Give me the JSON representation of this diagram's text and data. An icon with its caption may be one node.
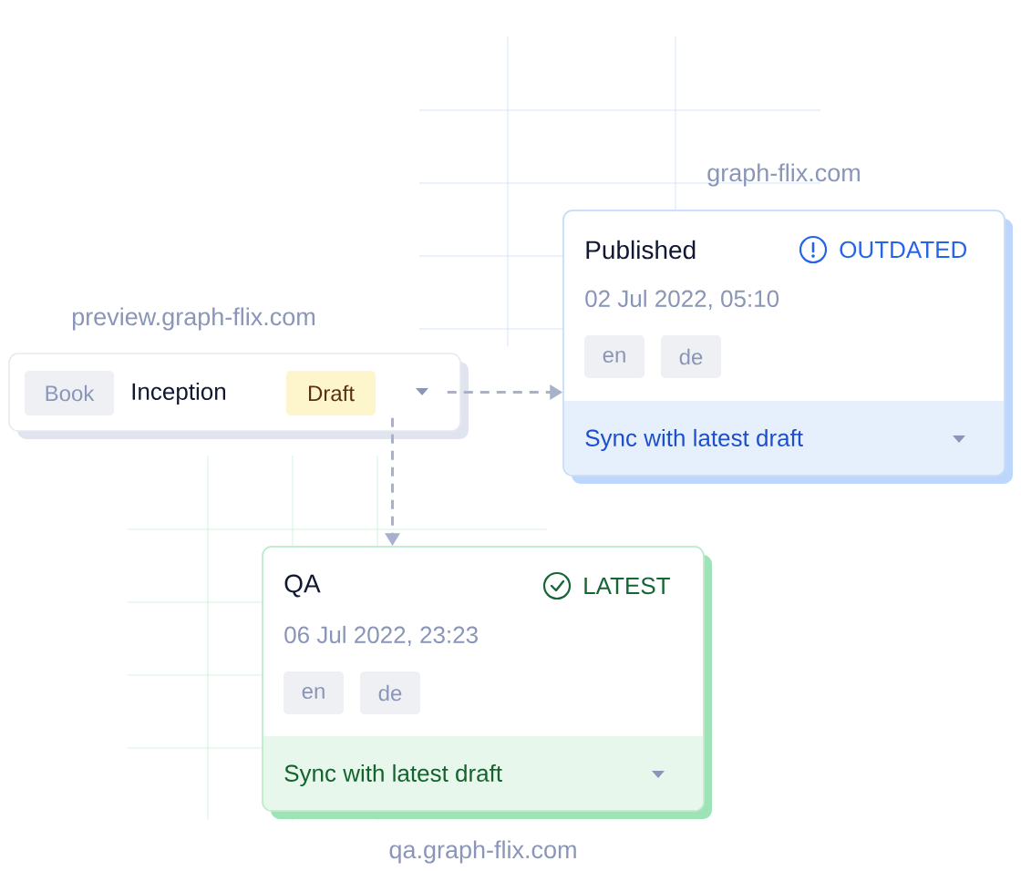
{
  "diagram": {
    "nodes": [
      {
        "text": [
          "Book",
          "Inception",
          "Draft"
        ],
        "beside": [
          "preview.graph-flix.com"
        ]
      },
      {
        "text": [
          "Published",
          "OUTDATED",
          "02 Jul 2022, 05:10",
          "en",
          "de",
          "Sync with latest draft"
        ],
        "beside": [
          "graph-flix.com"
        ]
      },
      {
        "text": [
          "QA",
          "LATEST",
          "06 Jul 2022, 23:23",
          "en",
          "de",
          "Sync with latest draft"
        ],
        "beside": [
          "qa.graph-flix.com"
        ]
      }
    ],
    "edges": [
      {
        "from": 0,
        "to": 1,
        "arrow": "to",
        "style": "dashed"
      },
      {
        "from": 0,
        "to": 2,
        "arrow": "to",
        "style": "dashed"
      }
    ]
  }
}
